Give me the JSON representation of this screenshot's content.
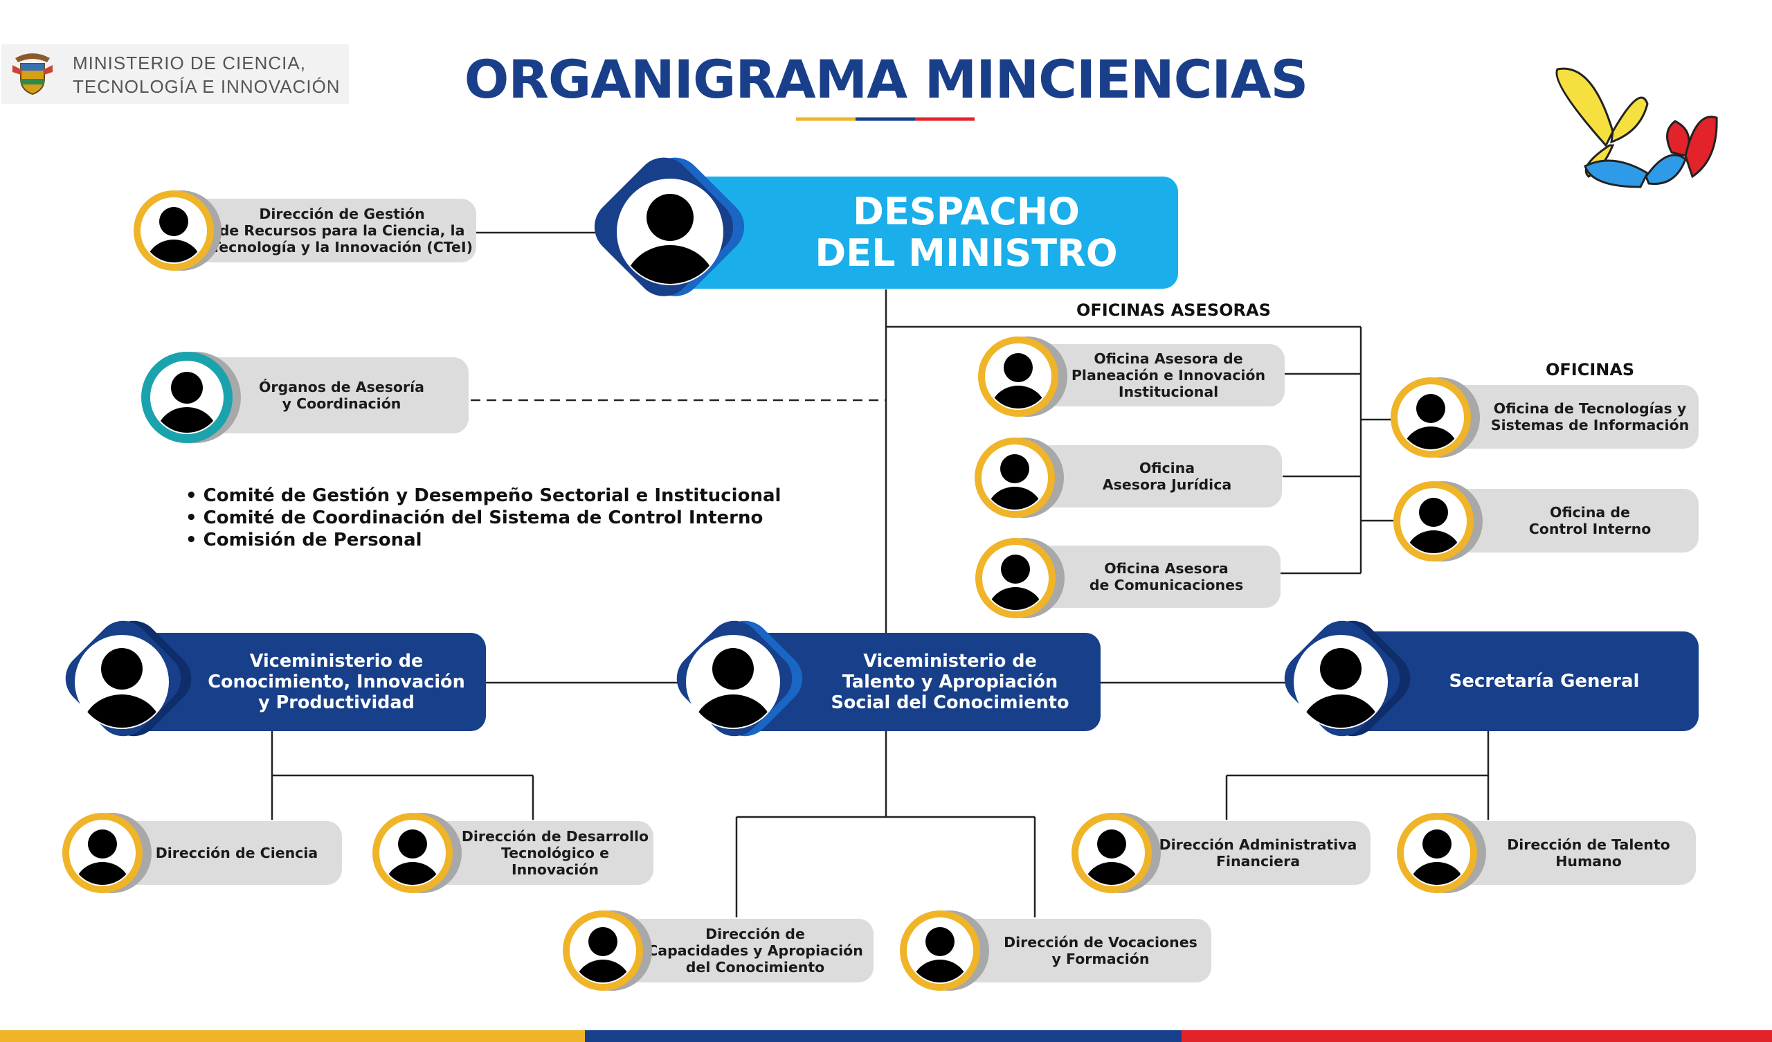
{
  "header": {
    "ministry_line1": "MINISTERIO DE CIENCIA,",
    "ministry_line2": "TECNOLOGÍA E INNOVACIÓN",
    "title": "ORGANIGRAMA MINCIENCIAS"
  },
  "despacho": "DESPACHO\nDEL MINISTRO",
  "direccion_recursos": "Dirección de Gestión\nde Recursos para la Ciencia, la\nTecnología y la Innovación (CTeI)",
  "organos": "Órganos de Asesoría\ny Coordinación",
  "comites": [
    "Comité de Gestión y Desempeño Sectorial e Institucional",
    "Comité de Coordinación del Sistema de Control Interno",
    "Comisión de Personal"
  ],
  "oficinas_asesoras": {
    "heading": "OFICINAS ASESORAS",
    "items": [
      "Oficina Asesora de\nPlaneación e Innovación\nInstitucional",
      "Oficina\nAsesora Jurídica",
      "Oficina Asesora\nde Comunicaciones"
    ]
  },
  "oficinas": {
    "heading": "OFICINAS",
    "items": [
      "Oficina de Tecnologías y\nSistemas de Información",
      "Oficina de\nControl Interno"
    ]
  },
  "viceministerios": [
    "Viceministerio de\nConocimiento, Innovación\ny Productividad",
    "Viceministerio de\nTalento y Apropiación\nSocial del Conocimiento",
    "Secretaría General"
  ],
  "direcciones": [
    "Dirección de Ciencia",
    "Dirección de Desarrollo\nTecnológico e Innovación",
    "Dirección de\nCapacidades y  Apropiación\ndel Conocimiento",
    "Dirección de Vocaciones\ny Formación",
    "Dirección Administrativa\nFinanciera",
    "Dirección de Talento\nHumano"
  ],
  "colors": {
    "navy": "#173f8a",
    "sky": "#1aaeea",
    "gold": "#f0b429",
    "teal": "#1aa3ad",
    "red": "#e3232a"
  },
  "icons": [
    "person-icon",
    "coat-of-arms-icon",
    "butterfly-icon"
  ]
}
